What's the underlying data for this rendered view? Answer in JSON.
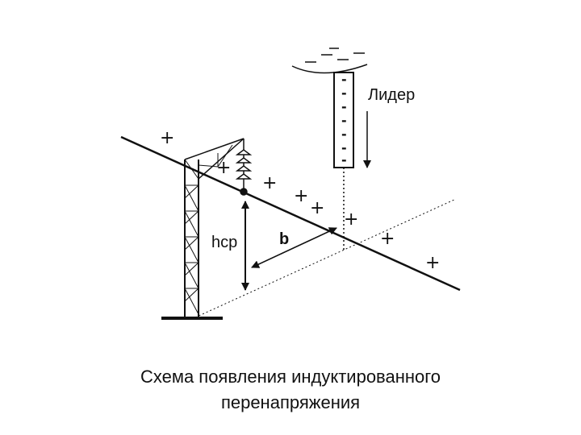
{
  "diagram": {
    "leader_label": "Лидер",
    "height_label": "hср",
    "distance_label": "b",
    "positive_charge": "+",
    "negative_charge": "-"
  },
  "caption": {
    "line1": "Схема появления индуктированного",
    "line2": "перенапряжения"
  }
}
